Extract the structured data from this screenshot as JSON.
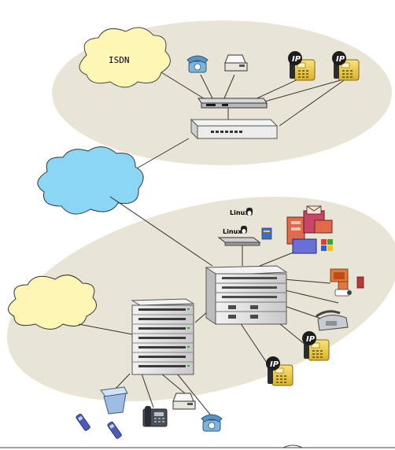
{
  "diagram": {
    "top_site": {
      "cloud_label": "ISDN"
    },
    "servers": {
      "linux_label_1": "Linux",
      "linux_label_2": "Linux"
    },
    "colors": {
      "site_ellipse": "#e9e5d6",
      "wan_cloud": "#8ad6f4",
      "pstn_cloud": "#fdf6b4",
      "isdn_cloud": "#fdf6b4",
      "ip_phone_body": "#f0d24a",
      "line": "#333333"
    },
    "icons": [
      "isdn-cloud-icon",
      "analog-phone-icon",
      "fax-icon",
      "ip-phone-icon",
      "router-icon",
      "switch-icon",
      "wan-cloud-icon",
      "pstn-cloud-icon",
      "linux-server-icon",
      "email-server-icon",
      "pbx-chassis-icon",
      "stackable-switch-icon",
      "desk-phone-icon",
      "mobile-phone-icon",
      "dect-base-icon"
    ]
  }
}
